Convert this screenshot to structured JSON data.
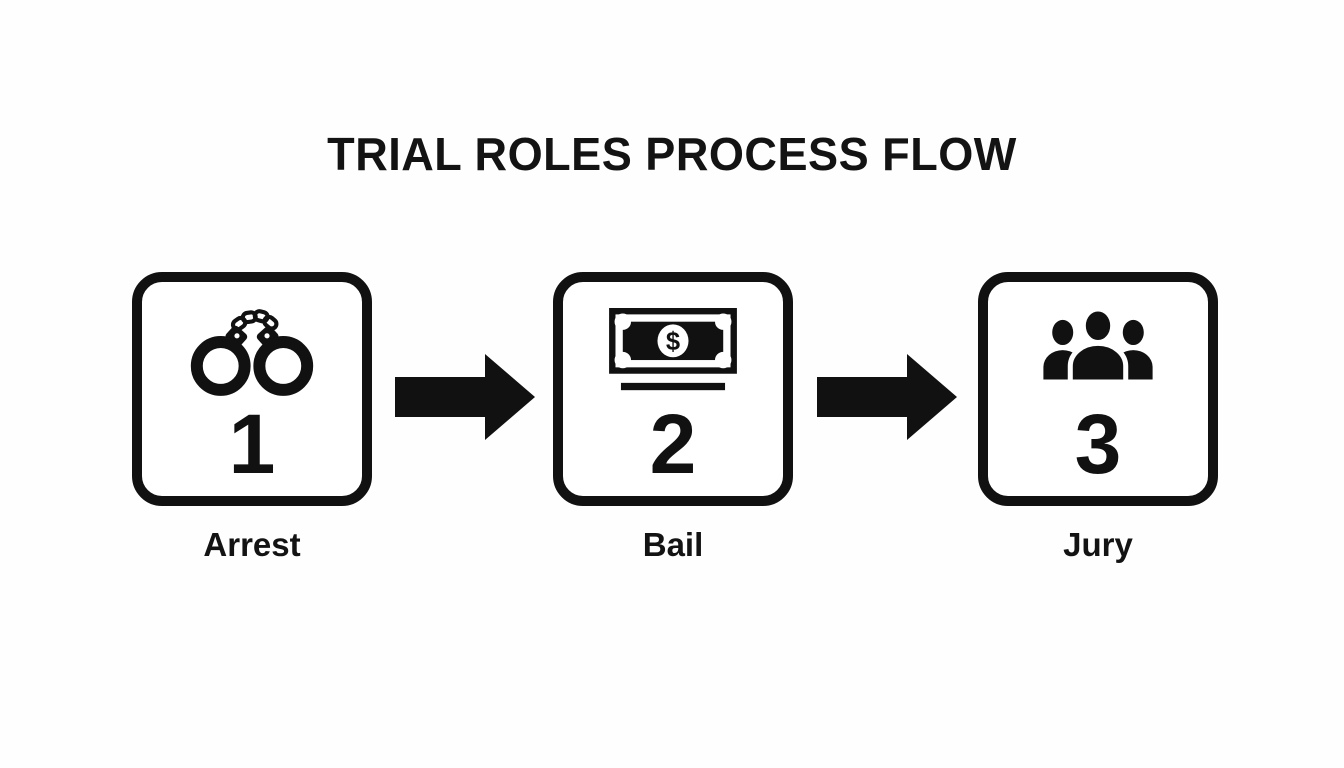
{
  "title": "TRIAL ROLES PROCESS FLOW",
  "diagram": {
    "type": "process-flow",
    "direction": "left-to-right",
    "connector": "right-arrow",
    "steps": [
      {
        "number": "1",
        "label": "Arrest",
        "icon": "handcuffs-icon"
      },
      {
        "number": "2",
        "label": "Bail",
        "icon": "cash-bill-icon",
        "icon_glyph": "$"
      },
      {
        "number": "3",
        "label": "Jury",
        "icon": "jury-people-icon"
      }
    ]
  },
  "colors": {
    "ink": "#111111",
    "background": "#fefefe",
    "box_fill": "#ffffff"
  }
}
